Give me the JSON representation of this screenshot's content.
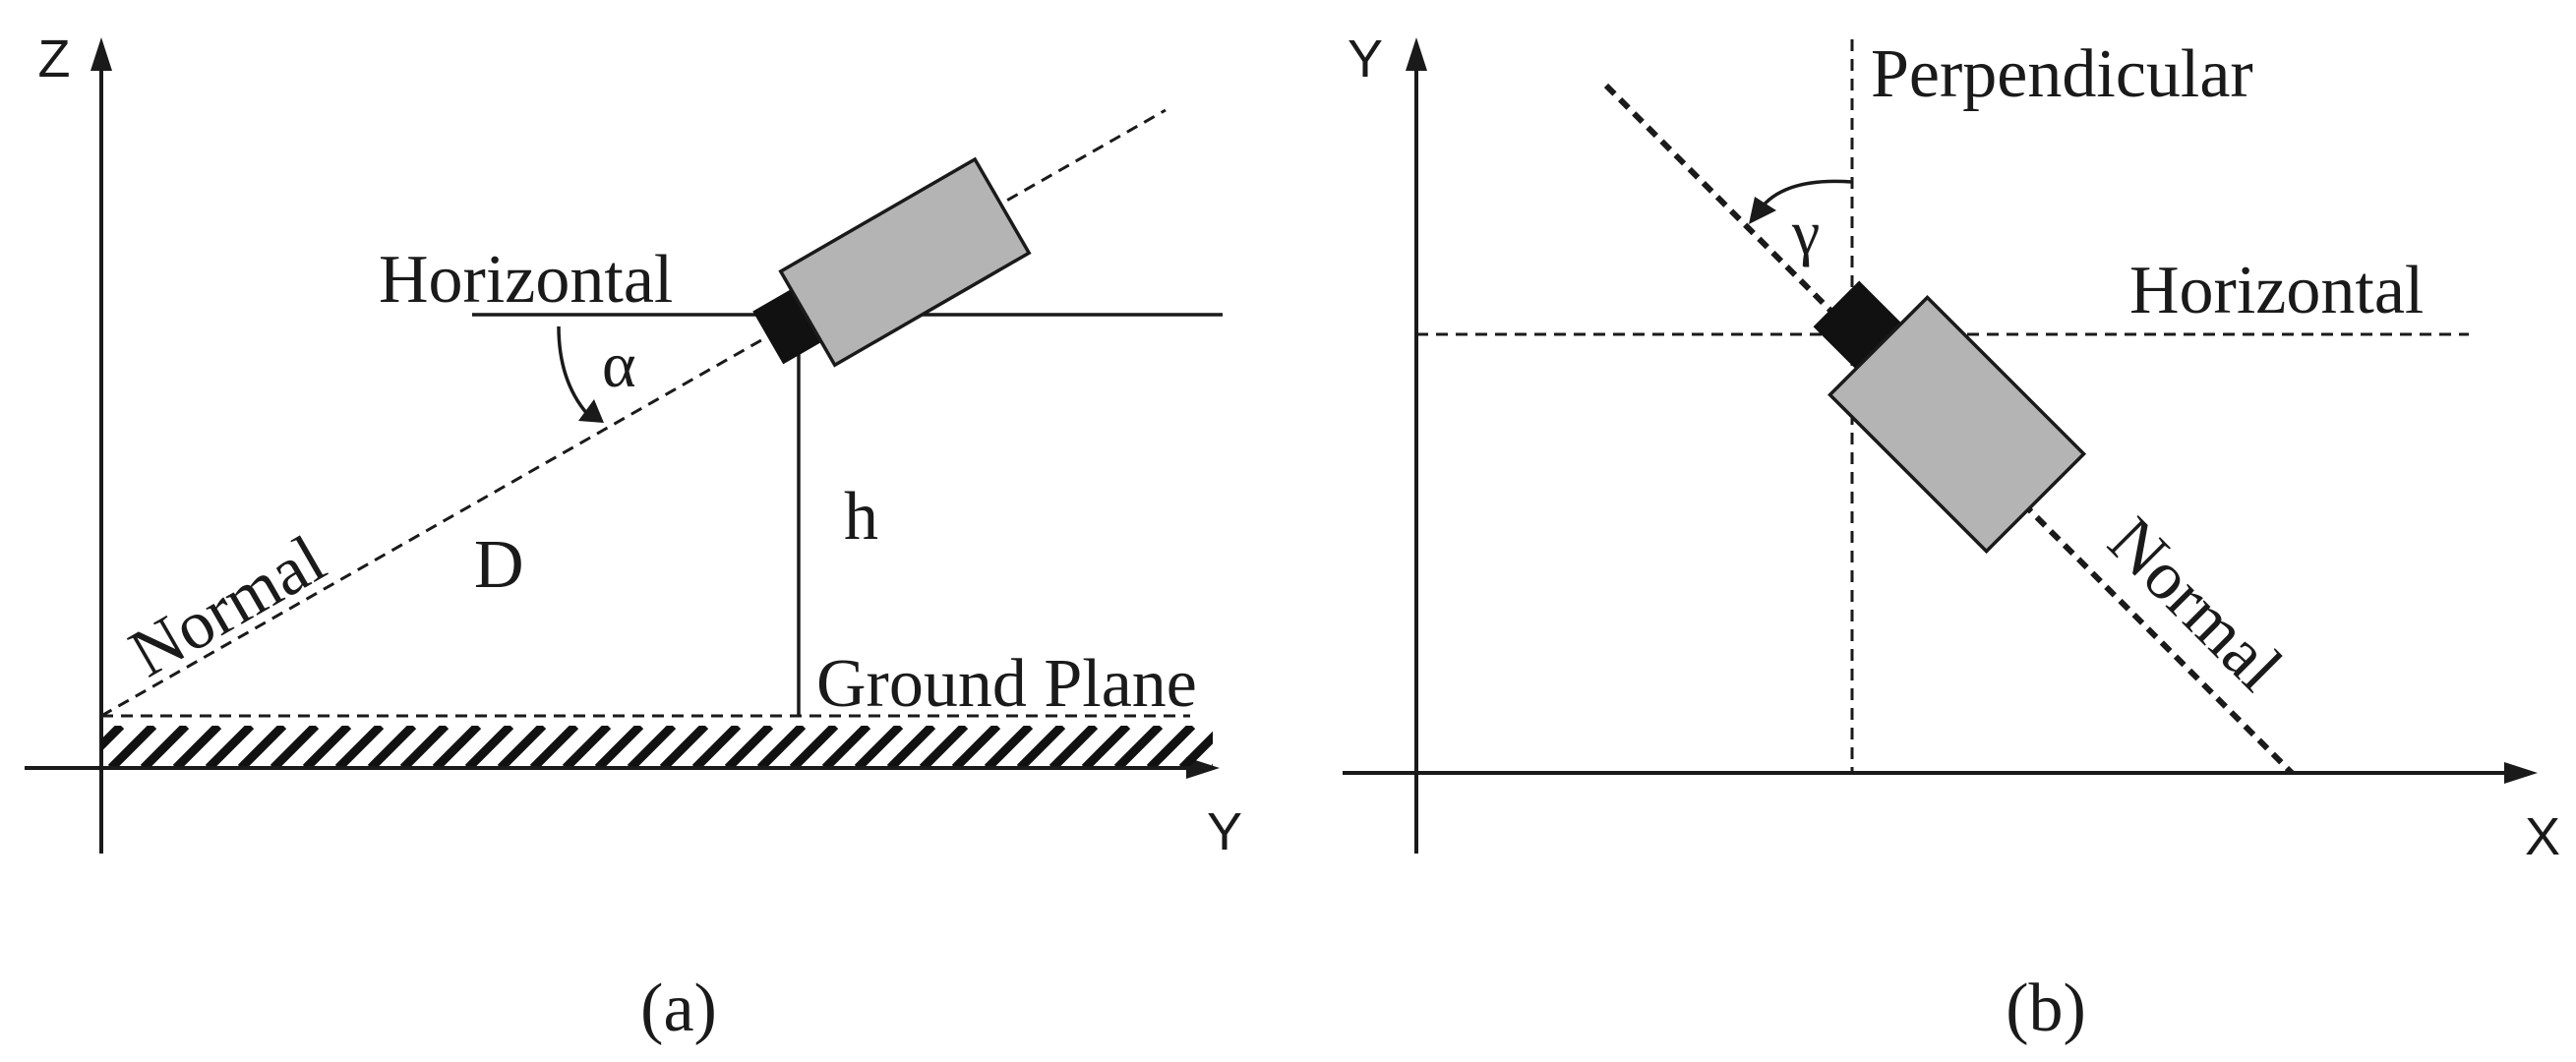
{
  "panel_a": {
    "axis_z": "Z",
    "axis_y": "Y",
    "horizontal_label": "Horizontal",
    "alpha_label": "α",
    "normal_label": "Normal",
    "distance_label": "D",
    "height_label": "h",
    "ground_label": "Ground Plane",
    "caption": "(a)"
  },
  "panel_b": {
    "axis_y": "Y",
    "axis_x": "X",
    "perpendicular_label": "Perpendicular",
    "horizontal_label": "Horizontal",
    "gamma_label": "γ",
    "normal_label": "Normal",
    "caption": "(b)"
  },
  "colors": {
    "ink": "#1a1a1a",
    "camera_body": "#b4b4b4",
    "camera_lens": "#111111"
  }
}
